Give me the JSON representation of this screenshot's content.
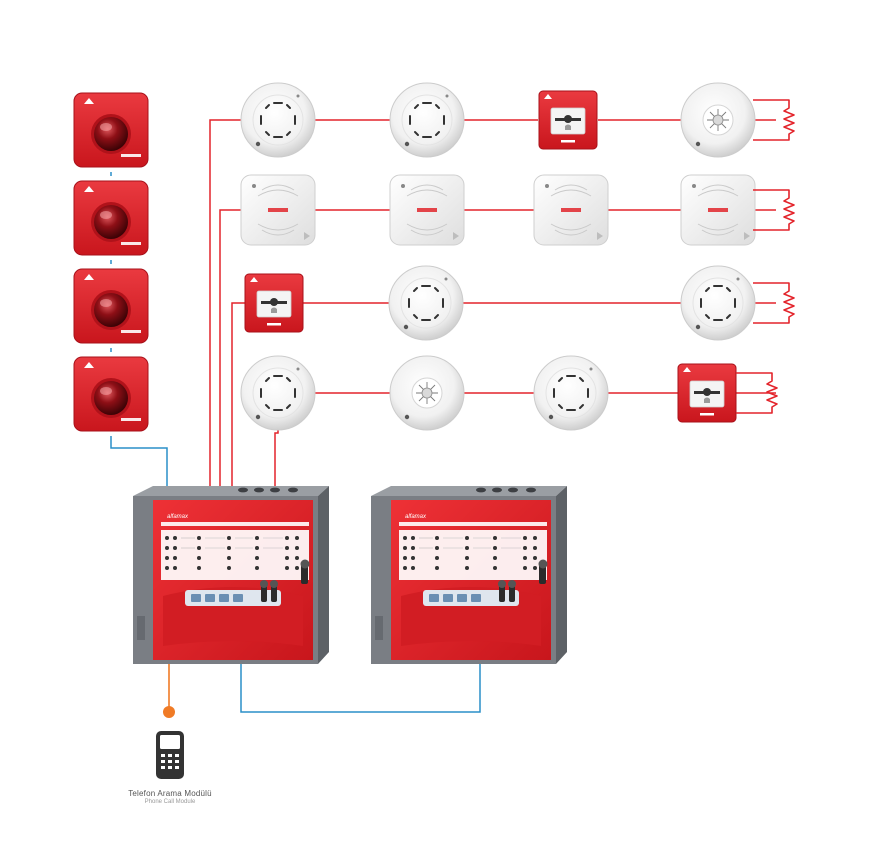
{
  "module": {
    "title": "Telefon Arama Modülü",
    "subtitle": "Phone Call Module"
  },
  "branding": {
    "brand_text": "alfamax"
  },
  "colors": {
    "loop_wire": "#e3242b",
    "network_wire": "#2a8fc8",
    "module_dot": "#f07b26",
    "device_red": "#d92027",
    "panel_red": "#e0262c",
    "panel_grey": "#7a7e84",
    "detector_white": "#f4f4f4"
  },
  "devices": {
    "sounders": [
      "sounder-icon",
      "sounder-icon",
      "sounder-icon",
      "sounder-icon"
    ],
    "loops": [
      [
        "smoke-detector-icon",
        "smoke-detector-icon",
        "call-point-icon",
        "heat-detector-icon",
        "end-of-line-resistor-icon"
      ],
      [
        "square-detector-icon",
        "square-detector-icon",
        "square-detector-icon",
        "square-detector-icon",
        "end-of-line-resistor-icon"
      ],
      [
        "call-point-icon",
        "smoke-detector-icon",
        "smoke-detector-icon",
        "end-of-line-resistor-icon"
      ],
      [
        "smoke-detector-icon",
        "heat-detector-icon",
        "smoke-detector-icon",
        "call-point-icon",
        "end-of-line-resistor-icon"
      ]
    ],
    "panels": [
      "fire-panel-icon",
      "fire-panel-icon"
    ],
    "phone": "phone-icon"
  }
}
